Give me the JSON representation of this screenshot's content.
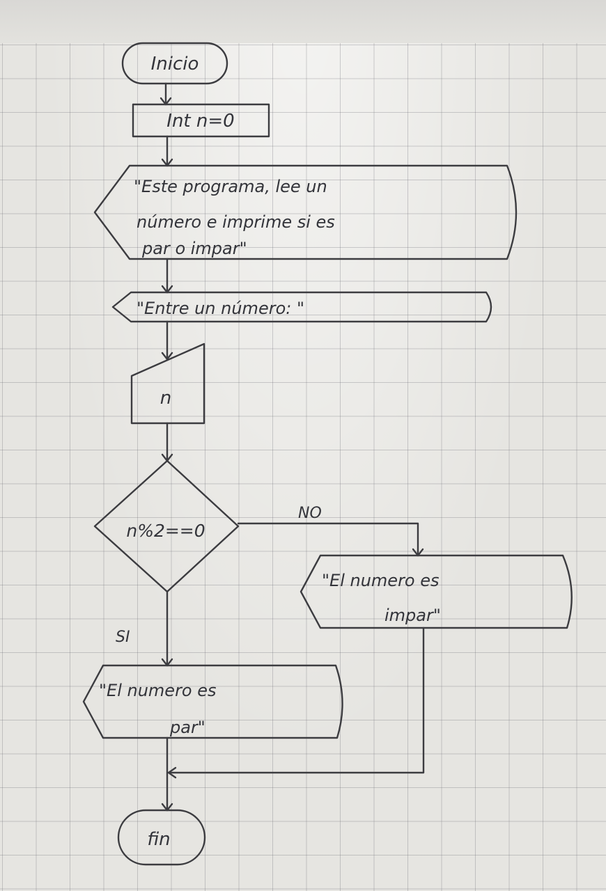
{
  "flowchart": {
    "start_label": "Inicio",
    "declaration": "Int n=0",
    "intro_line_1": "\"Este programa, lee un",
    "intro_line_2": "número e imprime si es",
    "intro_line_3": "par o impar\"",
    "prompt": "\"Entre un número: \"",
    "input_var": "n",
    "condition": "n%2==0",
    "no_label": "NO",
    "si_label": "SI",
    "odd_line_1": "\"El numero es",
    "odd_line_2": "impar\"",
    "even_line_1": "\"El numero es",
    "even_line_2": "par\"",
    "end_label": "fin"
  }
}
